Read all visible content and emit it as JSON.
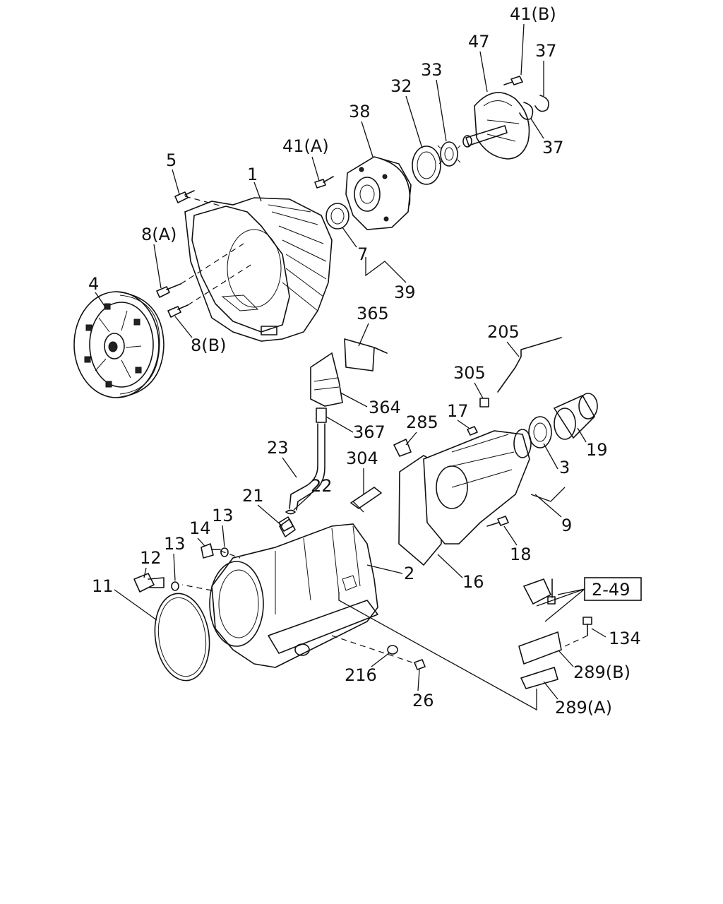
{
  "callouts": {
    "c1": "1",
    "c2": "2",
    "c3": "3",
    "c4": "4",
    "c5": "5",
    "c7": "7",
    "c8a": "8(A)",
    "c8b": "8(B)",
    "c9": "9",
    "c11": "11",
    "c12": "12",
    "c13a": "13",
    "c13b": "13",
    "c14": "14",
    "c16": "16",
    "c17": "17",
    "c18": "18",
    "c19": "19",
    "c21": "21",
    "c22": "22",
    "c23": "23",
    "c26": "26",
    "c32": "32",
    "c33": "33",
    "c37a": "37",
    "c37b": "37",
    "c38": "38",
    "c39": "39",
    "c41a": "41(A)",
    "c41b": "41(B)",
    "c47": "47",
    "c134": "134",
    "c205": "205",
    "c216": "216",
    "c285": "285",
    "c289a": "289(A)",
    "c289b": "289(B)",
    "c304": "304",
    "c305": "305",
    "c364": "364",
    "c365": "365",
    "c367": "367"
  },
  "reference": {
    "label": "2-49"
  }
}
